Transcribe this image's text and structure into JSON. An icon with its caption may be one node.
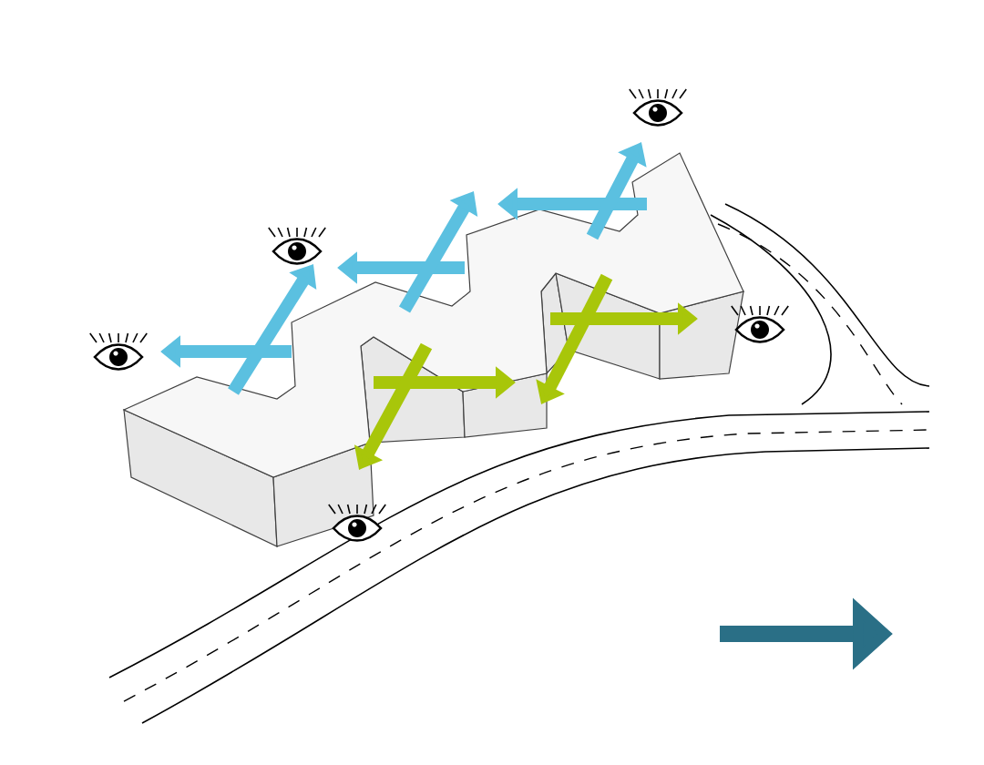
{
  "diagram": {
    "nodes": [
      {
        "text": [],
        "shape": "eye"
      },
      {
        "text": [],
        "shape": "eye"
      },
      {
        "text": [],
        "shape": "eye"
      },
      {
        "text": [],
        "shape": "eye"
      },
      {
        "text": [],
        "shape": "eye"
      }
    ]
  }
}
